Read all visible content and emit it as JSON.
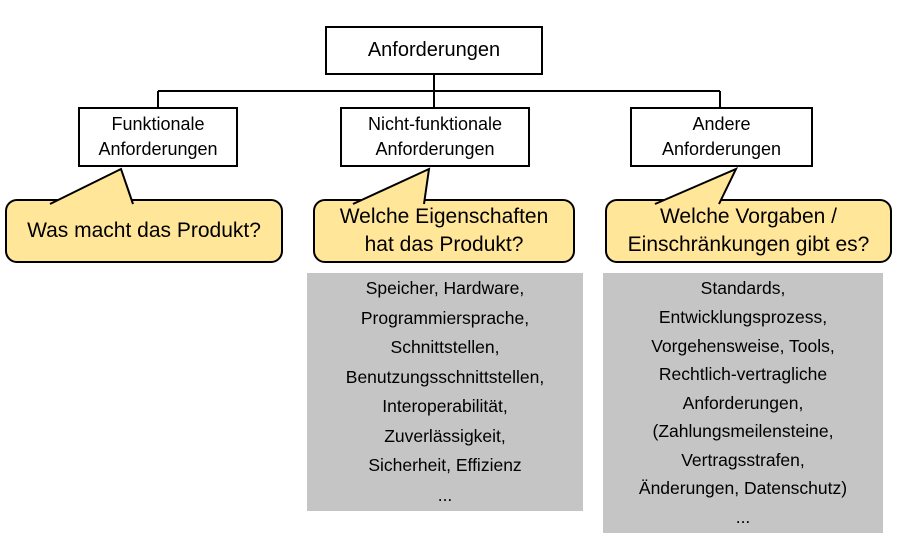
{
  "colors": {
    "bubble-fill": "#FFE699",
    "bubble-border": "#000000",
    "box-border": "#000000",
    "panel-fill": "#C5C5C5",
    "line": "#000000",
    "text": "#000000"
  },
  "tree": {
    "root_label": "Anforderungen",
    "children": [
      {
        "label_lines": [
          "Funktionale",
          "Anforderungen"
        ]
      },
      {
        "label_lines": [
          "Nicht-funktionale",
          "Anforderungen"
        ]
      },
      {
        "label_lines": [
          "Andere",
          "Anforderungen"
        ]
      }
    ]
  },
  "callouts": [
    {
      "lines": [
        "Was macht das Produkt?"
      ]
    },
    {
      "lines": [
        "Welche Eigenschaften",
        "hat das Produkt?"
      ]
    },
    {
      "lines": [
        "Welche Vorgaben /",
        "Einschränkungen gibt es?"
      ]
    }
  ],
  "panels": [
    {
      "lines": [
        "Speicher, Hardware,",
        "Programmiersprache,",
        "Schnittstellen,",
        "Benutzungsschnittstellen,",
        "Interoperabilität,",
        "Zuverlässigkeit,",
        "Sicherheit, Effizienz",
        "..."
      ]
    },
    {
      "lines": [
        "Standards,",
        "Entwicklungsprozess,",
        "Vorgehensweise, Tools,",
        "Rechtlich-vertragliche",
        "Anforderungen,",
        "(Zahlungsmeilensteine,",
        "Vertragsstrafen,",
        "Änderungen, Datenschutz)",
        "..."
      ]
    }
  ]
}
